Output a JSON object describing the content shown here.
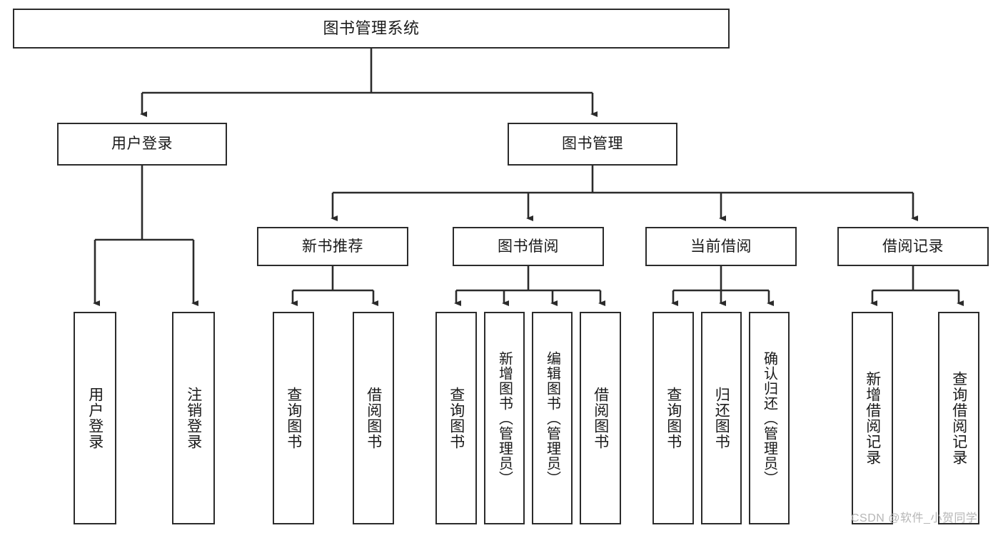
{
  "diagram": {
    "title": "图书管理系统",
    "type": "tree",
    "root": {
      "label": "图书管理系统"
    },
    "level2": [
      {
        "label": "用户登录"
      },
      {
        "label": "图书管理"
      }
    ],
    "level3": [
      {
        "label": "新书推荐"
      },
      {
        "label": "图书借阅"
      },
      {
        "label": "当前借阅"
      },
      {
        "label": "借阅记录"
      }
    ],
    "leaves": {
      "user_login": [
        {
          "label": "用户登录"
        },
        {
          "label": "注销登录"
        }
      ],
      "new_book_recommend": [
        {
          "label": "查询图书"
        },
        {
          "label": "借阅图书"
        }
      ],
      "book_borrow": [
        {
          "label": "查询图书"
        },
        {
          "label": "新增图书（管理员）"
        },
        {
          "label": "编辑图书（管理员）"
        },
        {
          "label": "借阅图书"
        }
      ],
      "current_borrow": [
        {
          "label": "查询图书"
        },
        {
          "label": "归还图书"
        },
        {
          "label": "确认归还（管理员）"
        }
      ],
      "borrow_record": [
        {
          "label": "新增借阅记录"
        },
        {
          "label": "查询借阅记录"
        }
      ]
    }
  },
  "watermark": {
    "text": "CSDN @软件_小贺同学"
  },
  "colors": {
    "border": "#2b2b2b",
    "background": "#ffffff",
    "text": "#1a1a1a",
    "watermark": "#b6b6b6"
  }
}
